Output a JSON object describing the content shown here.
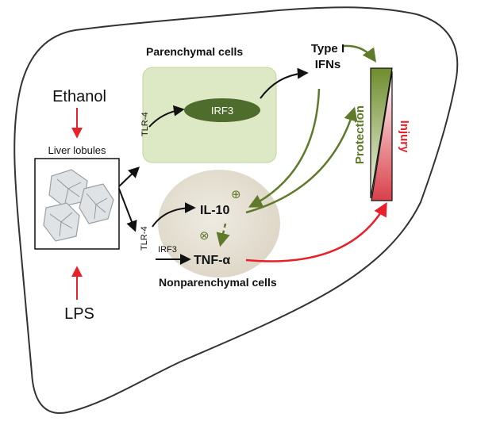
{
  "labels": {
    "ethanol": "Ethanol",
    "lps": "LPS",
    "liver_lobules": "Liver lobules",
    "parenchymal_cells": "Parenchymal cells",
    "nonparenchymal_cells": "Nonparenchymal cells",
    "irf3_parenchymal": "IRF3",
    "irf3_nonparenchymal": "IRF3",
    "tlr4_top": "TLR-4",
    "tlr4_bottom": "TLR-4",
    "type_i_ifns_line1": "Type I",
    "type_i_ifns_line2": "IFNs",
    "il10": "IL-10",
    "tnf_alpha": "TNF-α",
    "protection": "Protection",
    "injury": "Injury",
    "plus_symbol": "⊕",
    "otimes_symbol": "⊗"
  },
  "colors": {
    "protection_green": "#5f7a2b",
    "injury_red": "#e8202a",
    "parenchymal_fill": "#dde8c4",
    "nonparenchymal_fill": "#e6e1d6",
    "irf3_oval": "#4e6d2c"
  }
}
